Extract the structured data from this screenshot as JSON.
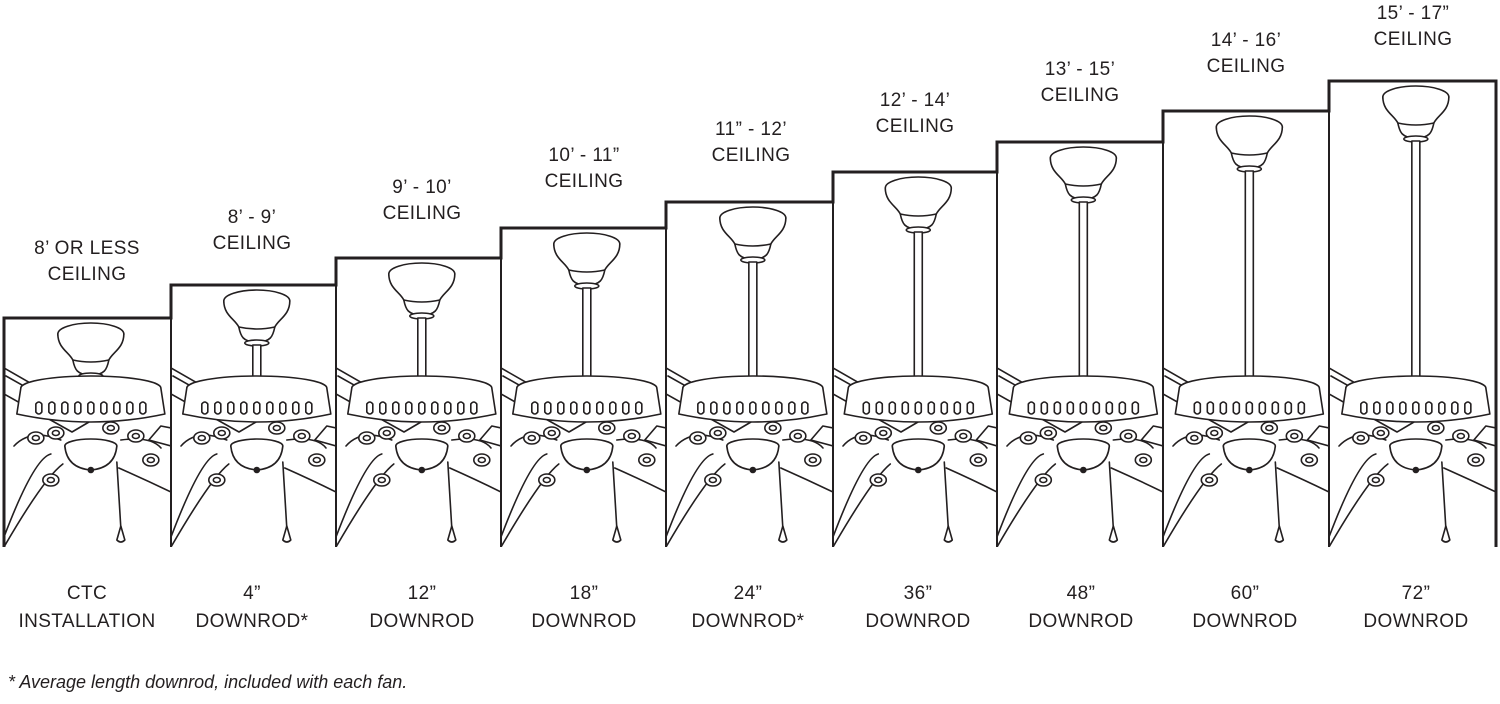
{
  "panels": [
    {
      "ceiling_line1": "8’ OR LESS",
      "ceiling_line2": "CEILING",
      "rod_line1": "CTC",
      "rod_line2": "INSTALLATION"
    },
    {
      "ceiling_line1": "8’ - 9’",
      "ceiling_line2": "CEILING",
      "rod_line1": "4”",
      "rod_line2": "DOWNROD*"
    },
    {
      "ceiling_line1": "9’ - 10’",
      "ceiling_line2": "CEILING",
      "rod_line1": "12”",
      "rod_line2": "DOWNROD"
    },
    {
      "ceiling_line1": "10’ - 11”",
      "ceiling_line2": "CEILING",
      "rod_line1": "18”",
      "rod_line2": "DOWNROD"
    },
    {
      "ceiling_line1": "11” - 12’",
      "ceiling_line2": "CEILING",
      "rod_line1": "24”",
      "rod_line2": "DOWNROD*"
    },
    {
      "ceiling_line1": "12’ - 14’",
      "ceiling_line2": "CEILING",
      "rod_line1": "36”",
      "rod_line2": "DOWNROD"
    },
    {
      "ceiling_line1": "13’ - 15’",
      "ceiling_line2": "CEILING",
      "rod_line1": "48”",
      "rod_line2": "DOWNROD"
    },
    {
      "ceiling_line1": "14’ - 16’",
      "ceiling_line2": "CEILING",
      "rod_line1": "60”",
      "rod_line2": "DOWNROD"
    },
    {
      "ceiling_line1": "15’ - 17”",
      "ceiling_line2": "CEILING",
      "rod_line1": "72”",
      "rod_line2": "DOWNROD"
    }
  ],
  "footnote": "* Average length downrod, included with each fan.",
  "colors": {
    "line": "#231f20",
    "background": "#ffffff"
  }
}
